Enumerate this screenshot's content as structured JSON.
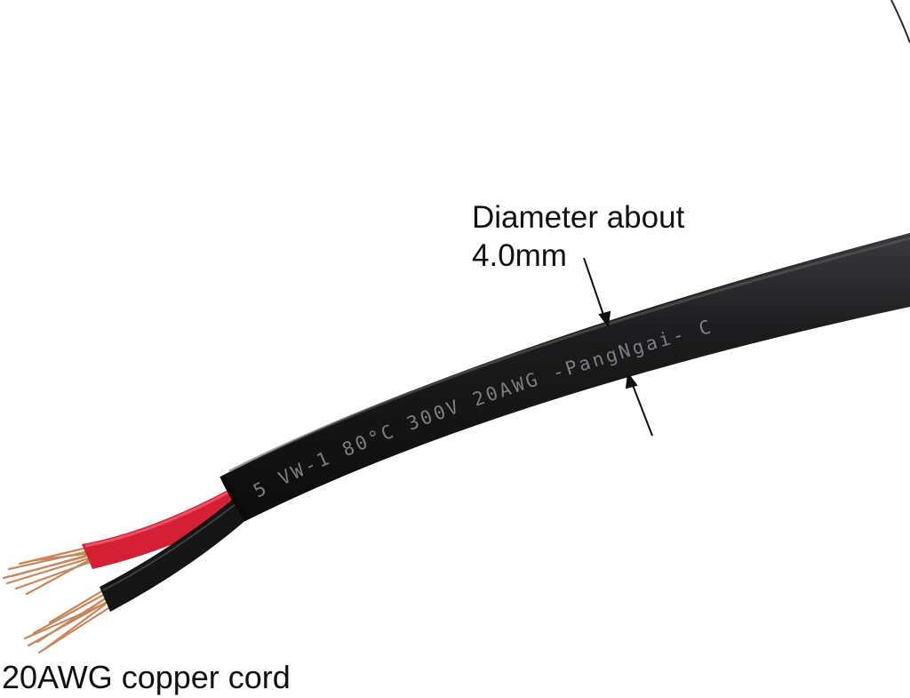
{
  "annotation": {
    "diameter_line1": "Diameter about",
    "diameter_line2": "4.0mm"
  },
  "caption": "20AWG copper cord",
  "cable_print": "5 VW-1 80°C 300V 20AWG -PangNgai- C",
  "colors": {
    "background": "#ffffff",
    "jacket": "#1c1c1e",
    "print": "#8f9093",
    "red_wire": "#d41f35",
    "black_wire": "#151515",
    "copper": "#c8875a",
    "text": "#111111"
  }
}
